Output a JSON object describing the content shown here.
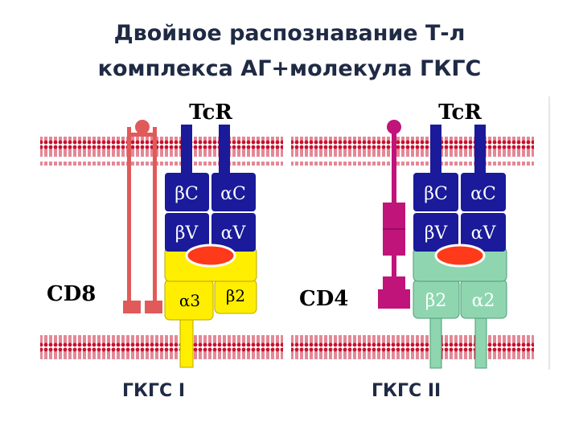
{
  "title": {
    "line1": "Двойное распознавание Т-л",
    "line2": "комплекса АГ+молекула ГКГС"
  },
  "left_panel": {
    "receptor": "TcR",
    "coreceptor": "CD8",
    "tcr_beta_c": "βC",
    "tcr_alpha_c": "αC",
    "tcr_beta_v": "βV",
    "tcr_alpha_v": "αV",
    "mhc_domain_a": "α3",
    "mhc_domain_b": "β2",
    "caption": "ГКГС I"
  },
  "right_panel": {
    "receptor": "TcR",
    "coreceptor": "CD4",
    "tcr_beta_c": "βC",
    "tcr_alpha_c": "αC",
    "tcr_beta_v": "βV",
    "tcr_alpha_v": "αV",
    "mhc_domain_a": "β2",
    "mhc_domain_b": "α2",
    "caption": "ГКГС II"
  },
  "colors": {
    "tcr": "#1a1a9a",
    "cd8": "#e05a5a",
    "cd4": "#c0147a",
    "mhc1": "#ffee00",
    "mhc2": "#8fd6b0",
    "antigen": "#ff3a1a",
    "membrane": "#c8102e"
  }
}
